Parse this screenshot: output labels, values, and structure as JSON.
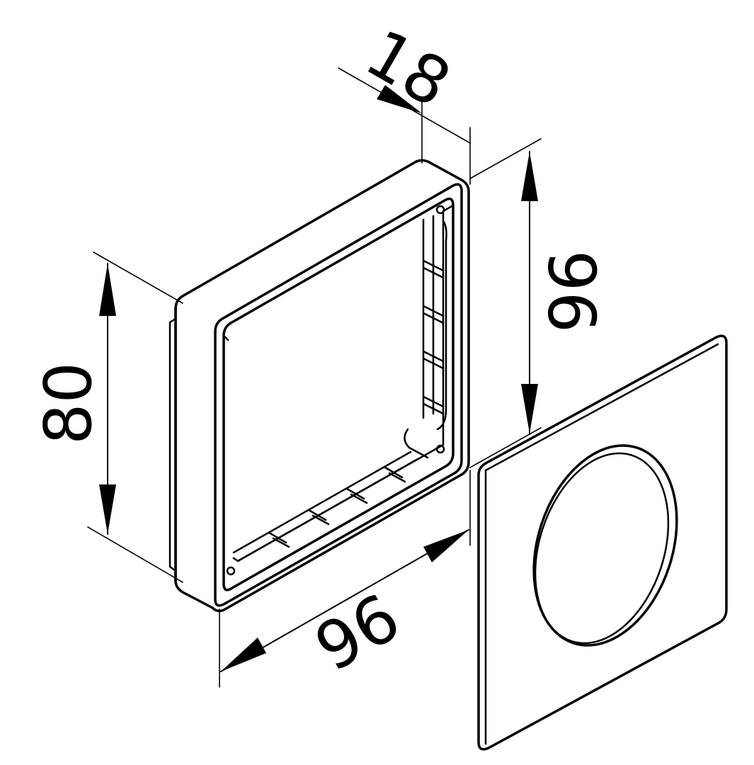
{
  "dimensions": {
    "depth": "18",
    "height_front": "80",
    "height_plate": "96",
    "width": "96"
  },
  "colors": {
    "line": "#000000",
    "background": "#ffffff"
  }
}
